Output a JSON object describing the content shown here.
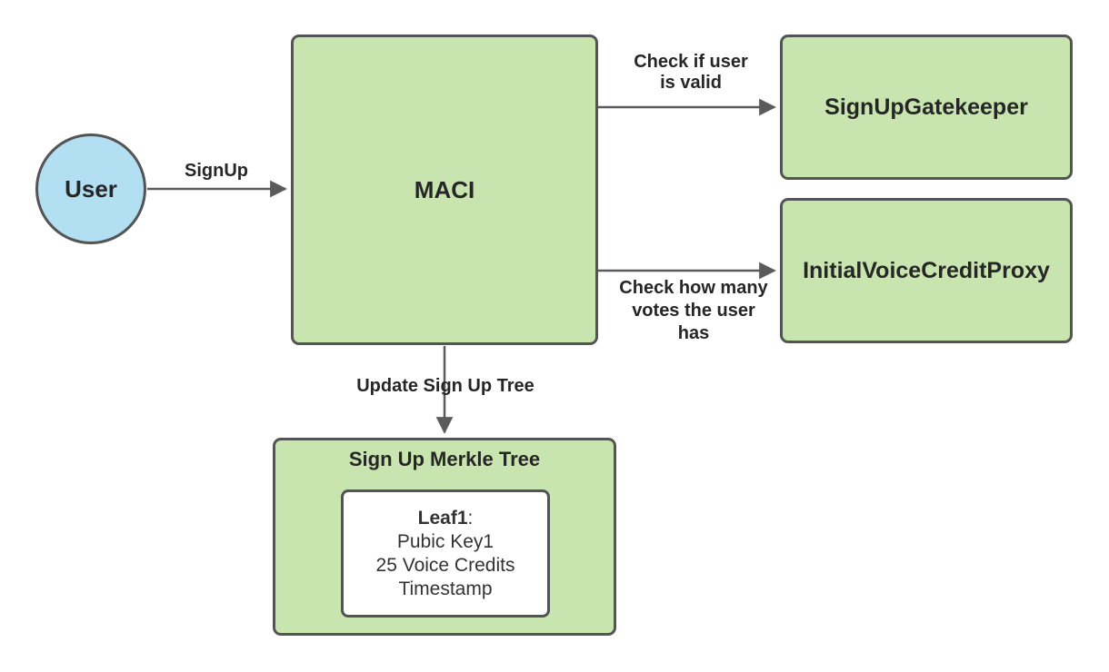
{
  "diagram": {
    "colors": {
      "node_green": "#c9e5af",
      "node_blue": "#b3dff2",
      "border": "#545454",
      "edge": "#5b5b5b",
      "text": "#262626"
    },
    "nodes": {
      "user": {
        "label": "User"
      },
      "maci": {
        "label": "MACI"
      },
      "gatekeeper": {
        "label": "SignUpGatekeeper"
      },
      "voice_proxy": {
        "label": "InitialVoiceCreditProxy"
      },
      "merkle_tree": {
        "label": "Sign Up Merkle Tree"
      },
      "leaf": {
        "title": "Leaf1",
        "title_suffix": ":",
        "lines": [
          "Pubic Key1",
          "25 Voice Credits",
          "Timestamp"
        ]
      }
    },
    "edges": {
      "signup": {
        "label": "SignUp"
      },
      "check_valid": {
        "label": "Check if user\nis valid"
      },
      "check_votes": {
        "label": "Check how many\nvotes the user\nhas"
      },
      "update_tree": {
        "label": "Update Sign Up Tree"
      }
    }
  }
}
